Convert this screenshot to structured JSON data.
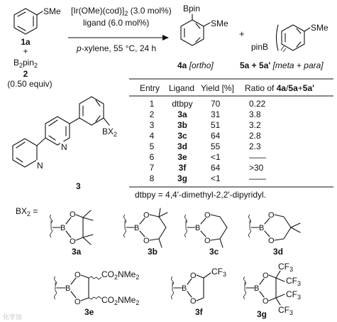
{
  "reaction": {
    "substrate_group": "SMe",
    "substrate_label": "1a",
    "plus": "+",
    "reagent": "B",
    "reagent_sub2": "2",
    "reagent_pin": "pin",
    "reagent_label": "2",
    "reagent_equiv": "(0.50 equiv)",
    "catalyst": "[Ir(OMe)(cod)]",
    "catalyst_sub": "2",
    "catalyst_loading": "(3.0 mol%)",
    "ligand_line": "ligand (6.0 mol%)",
    "solvent_prefix": "p",
    "solvent_rest": "-xylene, 55 °C, 24 h",
    "ortho_boron": "Bpin",
    "ortho_group": "SMe",
    "ortho_label": "4a",
    "ortho_note": "[ortho]",
    "plus2": "+",
    "mp_boron": "pinB",
    "mp_group": "SMe",
    "mp_label": "5a + 5a'",
    "mp_note": "[meta + para]"
  },
  "ligand_structure": {
    "bx2": "BX",
    "bx2_sub": "2",
    "n_atom": "N",
    "label": "3"
  },
  "table": {
    "headers": [
      "Entry",
      "Ligand",
      "Yield [%]",
      "Ratio of 4a/5a+5a'"
    ],
    "rows": [
      {
        "entry": "1",
        "ligand": "dtbpy",
        "yield": "70",
        "ratio": "0.22"
      },
      {
        "entry": "2",
        "ligand": "3a",
        "yield": "31",
        "ratio": "3.8"
      },
      {
        "entry": "3",
        "ligand": "3b",
        "yield": "51",
        "ratio": "3.2"
      },
      {
        "entry": "4",
        "ligand": "3c",
        "yield": "64",
        "ratio": "2.8"
      },
      {
        "entry": "5",
        "ligand": "3d",
        "yield": "55",
        "ratio": "2.3"
      },
      {
        "entry": "6",
        "ligand": "3e",
        "yield": "<1",
        "ratio": "——"
      },
      {
        "entry": "7",
        "ligand": "3f",
        "yield": "64",
        "ratio": ">30"
      },
      {
        "entry": "8",
        "ligand": "3g",
        "yield": "<1",
        "ratio": "——"
      }
    ],
    "footnote": "dtbpy = 4,4'-dimethyl-2,2'-dipyridyl."
  },
  "boron_groups": {
    "bx2_eq": "BX",
    "bx2_eq_sub": "2",
    "bx2_eq_tail": " =",
    "b_atom": "B",
    "o_atom": "O",
    "amide_prefix": "CO",
    "amide_sub": "2",
    "amide_suffix": "NMe",
    "amide_sub2": "2",
    "cf3": "CF",
    "cf3_sub": "3",
    "labels": {
      "a": "3a",
      "b": "3b",
      "c": "3c",
      "d": "3d",
      "e": "3e",
      "f": "3f",
      "g": "3g"
    }
  },
  "watermark": "化学加"
}
